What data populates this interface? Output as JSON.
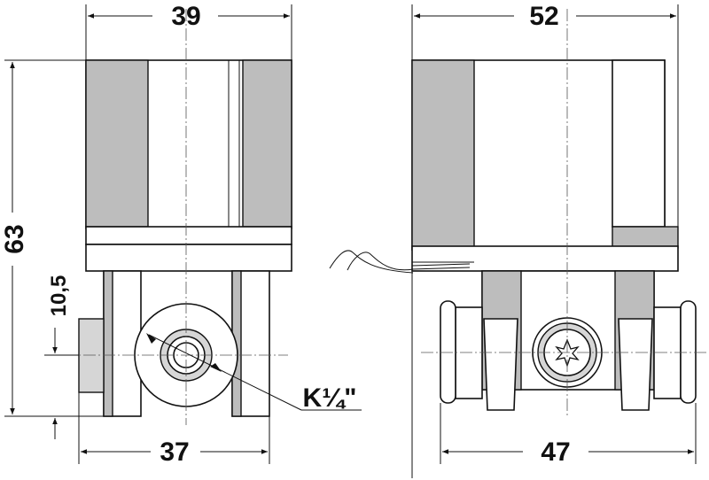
{
  "front_view": {
    "width_top": "39",
    "width_bottom": "37",
    "height": "63",
    "port_offset": "10,5",
    "thread_label": "K¼\""
  },
  "side_view": {
    "width_top": "52",
    "width_bottom": "47"
  },
  "colors": {
    "line": "#111111",
    "shade": "#bdbdbd",
    "background": "#ffffff"
  }
}
